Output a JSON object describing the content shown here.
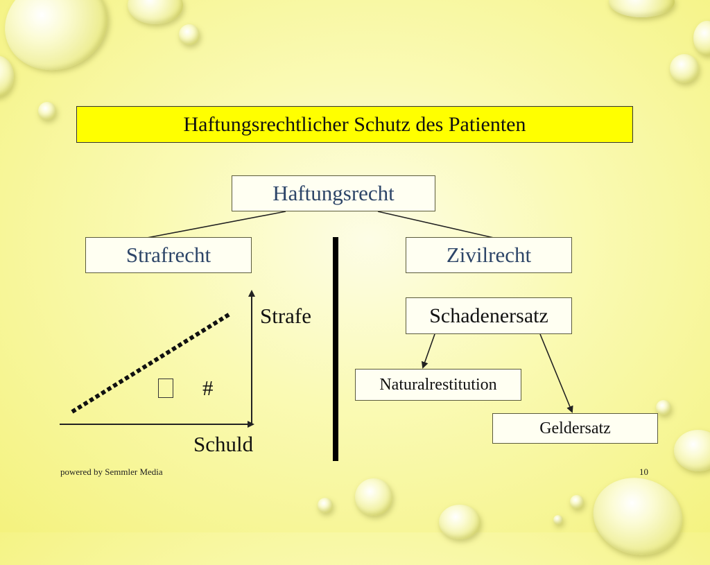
{
  "title": "Haftungsrechtlicher Schutz des Patienten",
  "root": "Haftungsrecht",
  "left_branch": "Strafrecht",
  "right_branch": "Zivilrecht",
  "graph": {
    "y_label": "Strafe",
    "x_label": "Schuld",
    "symbol_a": "",
    "symbol_b": "#"
  },
  "right_tree": {
    "head": "Schadenersatz",
    "child_1": "Naturalrestitution",
    "child_2": "Geldersatz"
  },
  "footer": {
    "credit": "powered by Semmler Media",
    "page": "10"
  }
}
